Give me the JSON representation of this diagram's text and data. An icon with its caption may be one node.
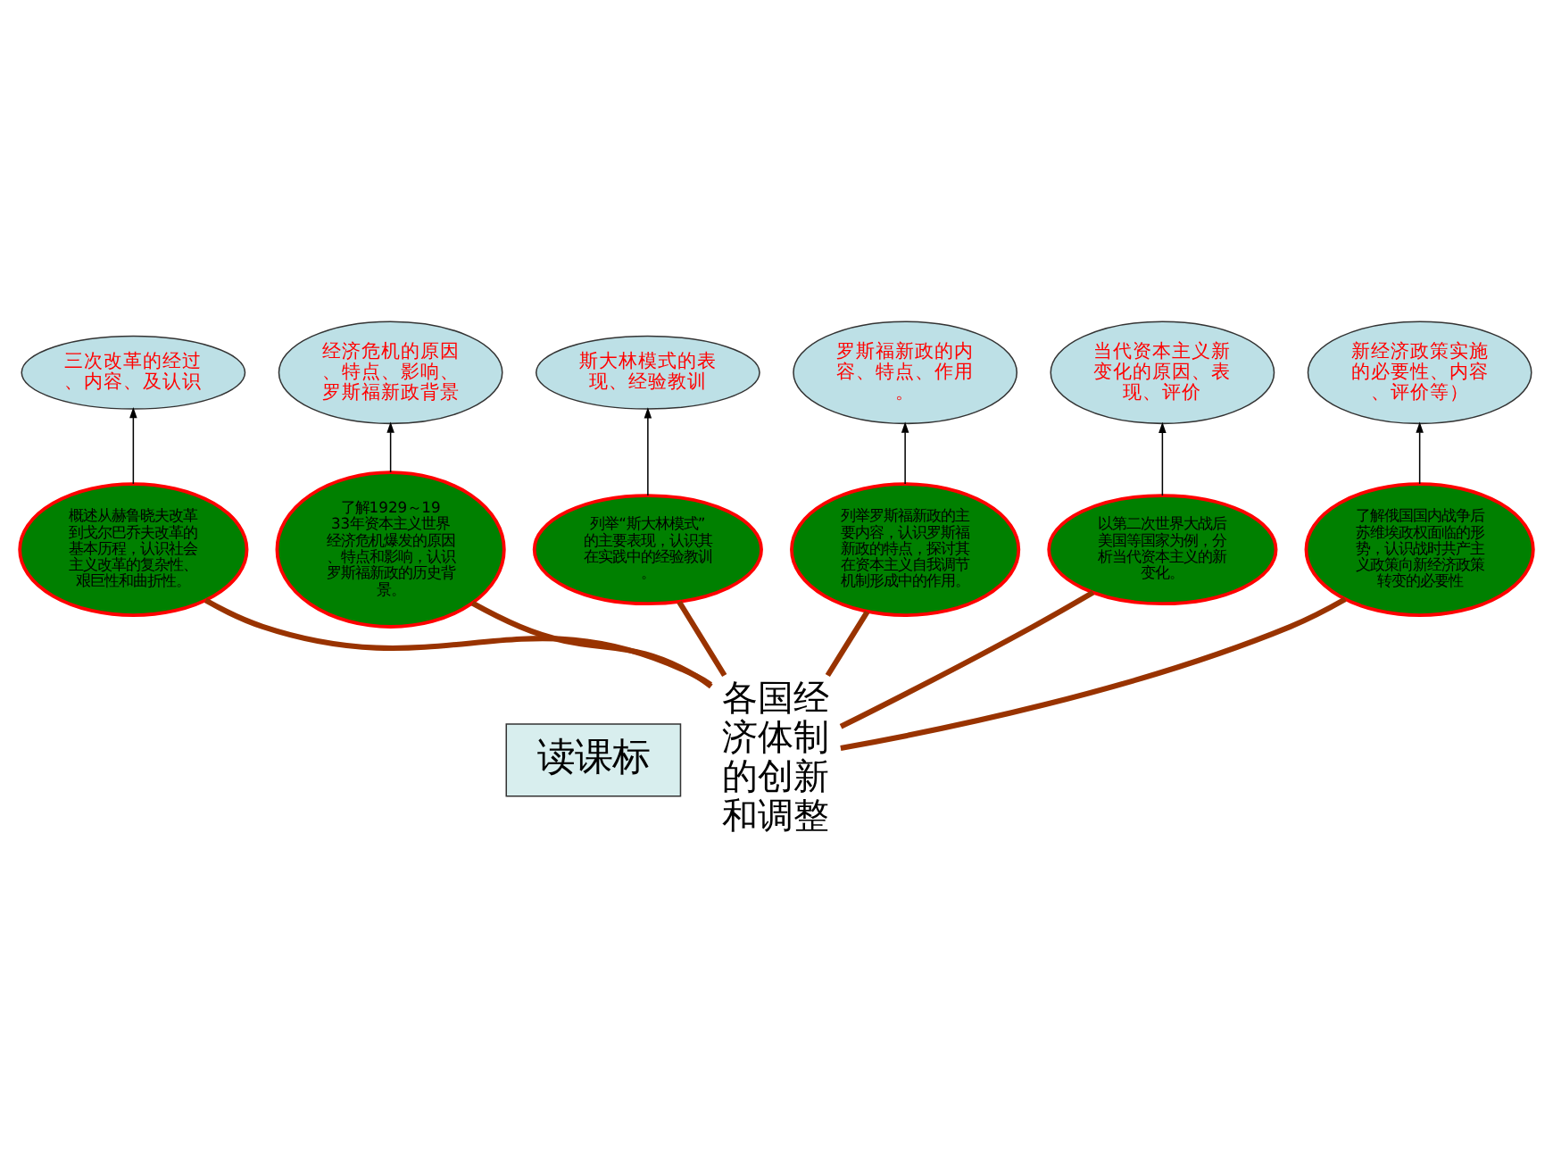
{
  "diagram": {
    "nodes": [
      {
        "text": [
          "读课标"
        ]
      },
      {
        "text": [
          "三次改革的经过、内容、及认识"
        ]
      },
      {
        "text": [
          "经济危机的原因、特点、影响、罗斯福新政背景"
        ]
      },
      {
        "text": [
          "斯大林模式的表现、经验教训"
        ]
      },
      {
        "text": [
          "概述从赫鲁晓夫改革到戈尔巴乔夫改革的基本历程，认识社会主义改革的复杂性、艰巨性和曲折性。"
        ]
      },
      {
        "text": [
          "了解1929～1933年资本主义世界经济危机爆发的原因、特点和影响，认识罗斯福新政的历史背景。"
        ]
      },
      {
        "text": [
          "列举“斯大林模式”的主要表现，认识其在实践中的经验教训。"
        ]
      },
      {
        "text": [
          "列举罗斯福新政的主要内容，认识罗斯福新政的特点，探讨其在资本主义自我调节机制形成中的作用。"
        ]
      },
      {
        "text": [
          "罗斯福新政的内容、特点、作用。"
        ]
      },
      {
        "text": [
          "以第二次世界大战后美国等国家为例，分析当代资本主义的新变化。"
        ]
      },
      {
        "text": [
          "了解俄国国内战争后苏维埃政权面临的形势，认识战时共产主义政策向新经济政策转变的必要性"
        ]
      },
      {
        "text": [
          "各国经济体制的创新和调整"
        ]
      },
      {
        "text": [
          "新经济政策实施的必要性、内容、评价等）"
        ]
      },
      {
        "text": [
          "当代资本主义新变化的原因、表现、评价"
        ]
      }
    ],
    "edges": [
      {
        "from": 4,
        "to": 1,
        "arrow": "to"
      },
      {
        "from": 5,
        "to": 2,
        "arrow": "to"
      },
      {
        "from": 6,
        "to": 3,
        "arrow": "to"
      },
      {
        "from": 7,
        "to": 8,
        "arrow": "to"
      },
      {
        "from": 10,
        "to": 12,
        "arrow": "to"
      },
      {
        "from": 9,
        "to": 13,
        "arrow": "to"
      },
      {
        "from": 11,
        "to": 4,
        "arrow": "none",
        "style": "thick",
        "color": "#993300"
      },
      {
        "from": 11,
        "to": 5,
        "arrow": "none",
        "style": "thick",
        "color": "#993300"
      },
      {
        "from": 11,
        "to": 6,
        "arrow": "none",
        "style": "thick",
        "color": "#993300"
      },
      {
        "from": 11,
        "to": 7,
        "arrow": "none",
        "style": "thick",
        "color": "#993300"
      },
      {
        "from": 11,
        "to": 9,
        "arrow": "none",
        "style": "thick",
        "color": "#993300"
      },
      {
        "from": 11,
        "to": 10,
        "arrow": "none",
        "style": "thick",
        "color": "#993300"
      }
    ]
  }
}
